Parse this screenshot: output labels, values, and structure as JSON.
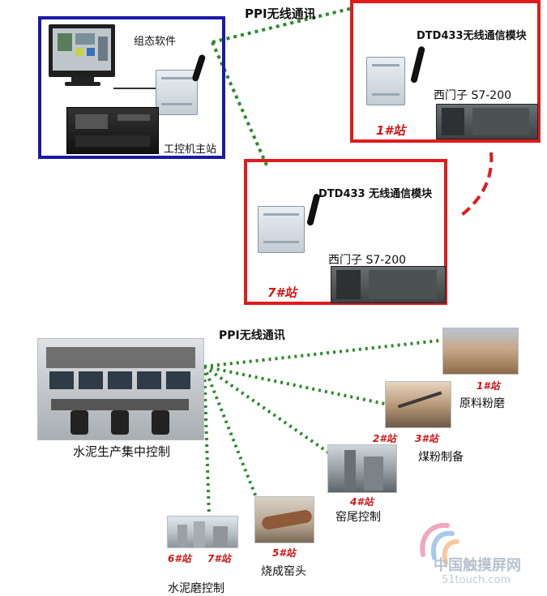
{
  "top": {
    "link_label": "PPI无线通讯",
    "main_station": {
      "software_label": "组态软件",
      "host_label": "工控机主站"
    },
    "station1": {
      "module_label": "DTD433无线通信模块",
      "plc_label": "西门子 S7-200",
      "station_tag": "1#站"
    },
    "station7": {
      "module_label": "DTD433 无线通信模块",
      "plc_label": "西门子 S7-200",
      "station_tag": "7#站"
    }
  },
  "bottom": {
    "link_label": "PPI无线通讯",
    "center_label": "水泥生产集中控制",
    "sites": [
      {
        "tag": "1#站",
        "name": "原料粉磨"
      },
      {
        "tag_a": "2#站",
        "tag_b": "3#站",
        "name": "煤粉制备"
      },
      {
        "tag": "4#站",
        "name": "窑尾控制"
      },
      {
        "tag": "5#站",
        "name": "烧成窑头"
      },
      {
        "tag_a": "6#站",
        "tag_b": "7#站",
        "name": "水泥磨控制"
      }
    ]
  },
  "watermark": {
    "brand": "中国触摸屏网",
    "url": "51touch.com"
  },
  "colors": {
    "link_green": "#2d8a2d",
    "frame_blue": "#1a1aa8",
    "frame_red": "#e11b1b",
    "tag_red": "#d01818"
  }
}
